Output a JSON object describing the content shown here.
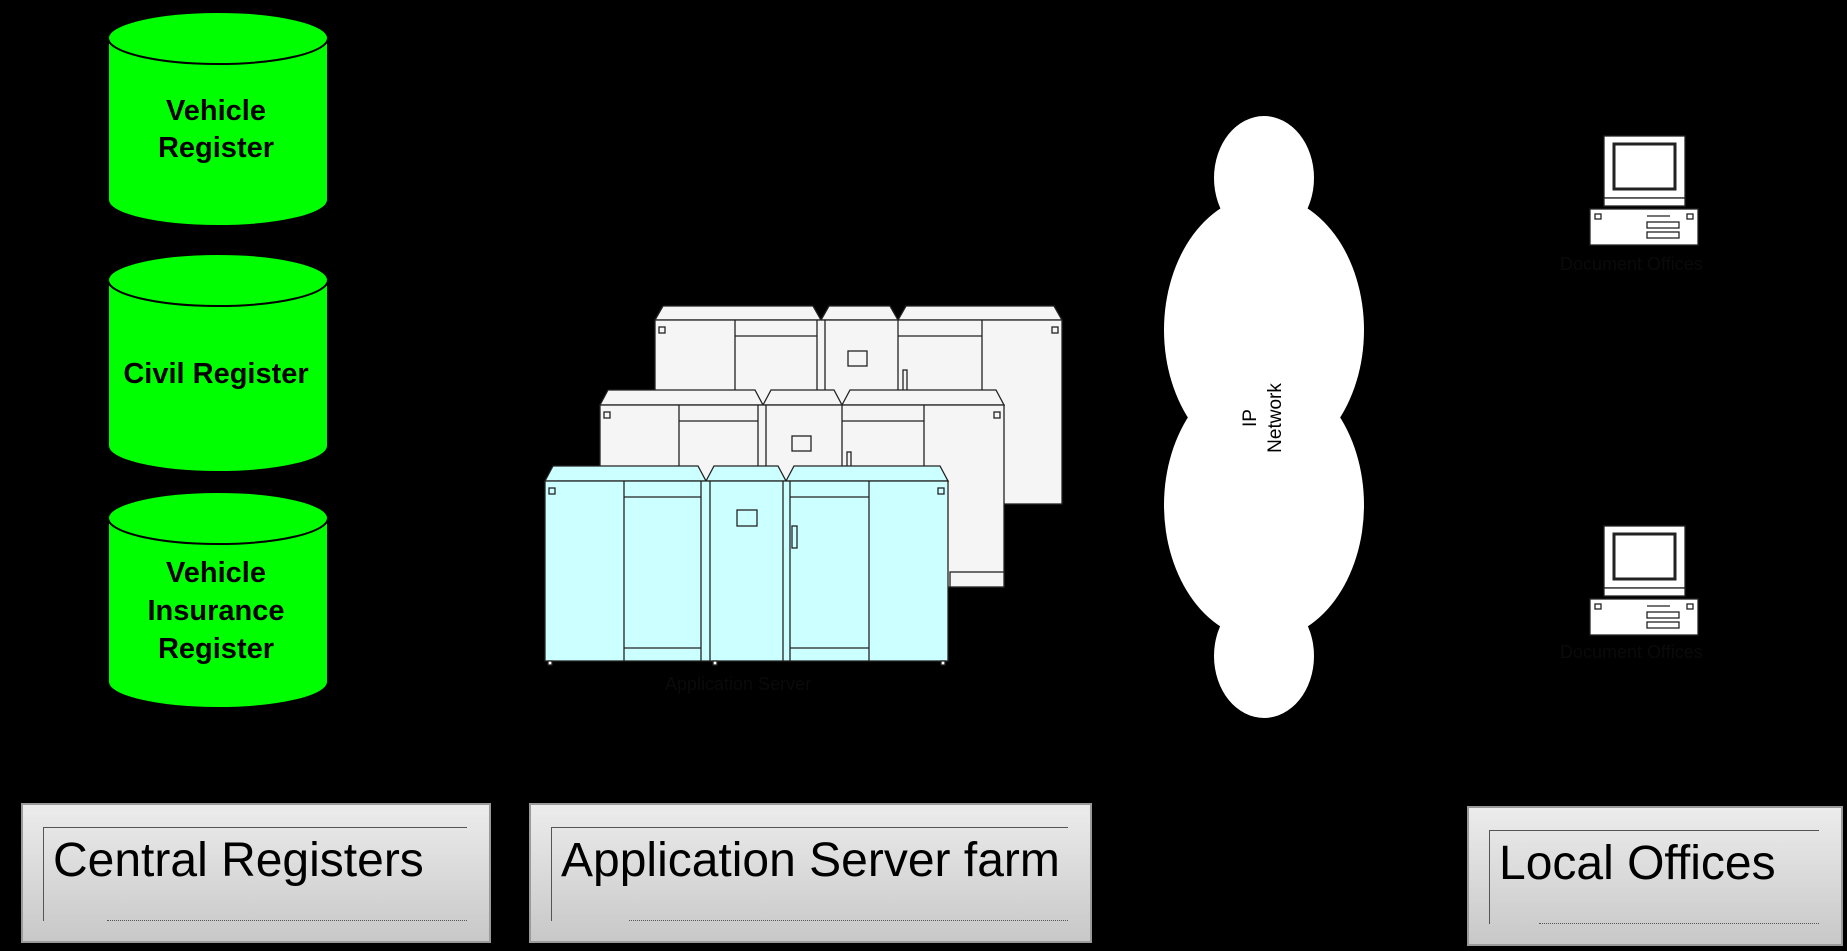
{
  "databases": [
    {
      "lines": [
        "Vehicle",
        "Register"
      ]
    },
    {
      "lines": [
        "Civil Register"
      ]
    },
    {
      "lines": [
        "Vehicle",
        "Insurance",
        "Register"
      ]
    }
  ],
  "server_label": "Application Server",
  "network": {
    "lines": [
      "IP",
      "Network"
    ]
  },
  "offices": [
    {
      "label": "Document Offices"
    },
    {
      "label": "Document Offices"
    }
  ],
  "panels": {
    "central": "Central Registers",
    "farm": "Application Server farm",
    "local": "Local Offices"
  },
  "colors": {
    "background": "#000000",
    "database_fill": "#00ff00",
    "server_front": "#ccffff",
    "server_back": "#f5f5f5",
    "cloud": "#ffffff"
  }
}
